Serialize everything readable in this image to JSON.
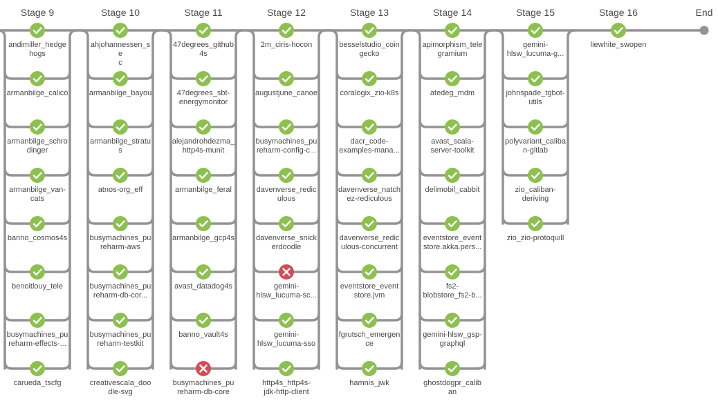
{
  "pipeline": {
    "end_label": "End",
    "status_colors": {
      "success": "#8cc04f",
      "failure": "#d24d57",
      "connector": "#949393"
    },
    "icons": {
      "success": "checkmark-icon",
      "failure": "cross-icon"
    },
    "stages": [
      {
        "title": "Stage 9",
        "jobs": [
          {
            "label": "andimiller_hedge\nhogs",
            "status": "success"
          },
          {
            "label": "armanbilge_calico",
            "status": "success"
          },
          {
            "label": "armanbilge_schro\ndinger",
            "status": "success"
          },
          {
            "label": "armanbilge_van-\ncats",
            "status": "success"
          },
          {
            "label": "banno_cosmos4s",
            "status": "success"
          },
          {
            "label": "benoitlouy_tele",
            "status": "success"
          },
          {
            "label": "busymachines_pu\nreharm-effects-...",
            "status": "success"
          },
          {
            "label": "carueda_tscfg",
            "status": "success"
          }
        ]
      },
      {
        "title": "Stage 10",
        "jobs": [
          {
            "label": "ahjohannessen_se\nc",
            "status": "success"
          },
          {
            "label": "armanbilge_bayou",
            "status": "success"
          },
          {
            "label": "armanbilge_stratu\ns",
            "status": "success"
          },
          {
            "label": "atnos-org_eff",
            "status": "success"
          },
          {
            "label": "busymachines_pu\nreharm-aws",
            "status": "success"
          },
          {
            "label": "busymachines_pu\nreharm-db-cor...",
            "status": "success"
          },
          {
            "label": "busymachines_pu\nreharm-testkit",
            "status": "success"
          },
          {
            "label": "creativescala_doo\ndle-svg",
            "status": "success"
          }
        ]
      },
      {
        "title": "Stage 11",
        "jobs": [
          {
            "label": "47degrees_github\n4s",
            "status": "success"
          },
          {
            "label": "47degrees_sbt-\nenergymonitor",
            "status": "success"
          },
          {
            "label": "alejandrohdezma_\nhttp4s-munit",
            "status": "success"
          },
          {
            "label": "armanbilge_feral",
            "status": "success"
          },
          {
            "label": "armanbilge_gcp4s",
            "status": "success"
          },
          {
            "label": "avast_datadog4s",
            "status": "success"
          },
          {
            "label": "banno_vault4s",
            "status": "success"
          },
          {
            "label": "busymachines_pu\nreharm-db-core",
            "status": "failure"
          }
        ]
      },
      {
        "title": "Stage 12",
        "jobs": [
          {
            "label": "2m_ciris-hocon",
            "status": "success"
          },
          {
            "label": "augustjune_canoe",
            "status": "success"
          },
          {
            "label": "busymachines_pu\nreharm-config-c...",
            "status": "success"
          },
          {
            "label": "davenverse_redic\nulous",
            "status": "success"
          },
          {
            "label": "davenverse_snick\nerdoodle",
            "status": "success"
          },
          {
            "label": "gemini-\nhlsw_lucuma-sc...",
            "status": "failure"
          },
          {
            "label": "gemini-\nhlsw_lucuma-sso",
            "status": "success"
          },
          {
            "label": "http4s_http4s-\njdk-http-client",
            "status": "success"
          }
        ]
      },
      {
        "title": "Stage 13",
        "jobs": [
          {
            "label": "besselstudio_coin\ngecko",
            "status": "success"
          },
          {
            "label": "coralogix_zio-k8s",
            "status": "success"
          },
          {
            "label": "dacr_code-\nexamples-mana...",
            "status": "success"
          },
          {
            "label": "davenverse_natch\nez-rediculous",
            "status": "success"
          },
          {
            "label": "davenverse_redic\nulous-concurrent",
            "status": "success"
          },
          {
            "label": "eventstore_event\nstore.jvm",
            "status": "success"
          },
          {
            "label": "fgrutsch_emergen\nce",
            "status": "success"
          },
          {
            "label": "hamnis_jwk",
            "status": "success"
          }
        ]
      },
      {
        "title": "Stage 14",
        "jobs": [
          {
            "label": "apimorphism_tele\ngramium",
            "status": "success"
          },
          {
            "label": "atedeg_mdm",
            "status": "success"
          },
          {
            "label": "avast_scala-\nserver-toolkit",
            "status": "success"
          },
          {
            "label": "delimobil_cabbit",
            "status": "success"
          },
          {
            "label": "eventstore_event\nstore.akka.pers...",
            "status": "success"
          },
          {
            "label": "fs2-\nblobstore_fs2-b...",
            "status": "success"
          },
          {
            "label": "gemini-hlsw_gsp-\ngraphql",
            "status": "success"
          },
          {
            "label": "ghostdogpr_calib\nan",
            "status": "success"
          }
        ]
      },
      {
        "title": "Stage 15",
        "jobs": [
          {
            "label": "gemini-\nhlsw_lucuma-g...",
            "status": "success"
          },
          {
            "label": "johnspade_tgbot-\nutils",
            "status": "success"
          },
          {
            "label": "polyvariant_caliba\nn-gitlab",
            "status": "success"
          },
          {
            "label": "zio_caliban-\nderiving",
            "status": "success"
          },
          {
            "label": "zio_zio-protoquill",
            "status": "success"
          }
        ]
      },
      {
        "title": "Stage 16",
        "jobs": [
          {
            "label": "liewhite_swopen",
            "status": "success"
          }
        ]
      }
    ]
  }
}
